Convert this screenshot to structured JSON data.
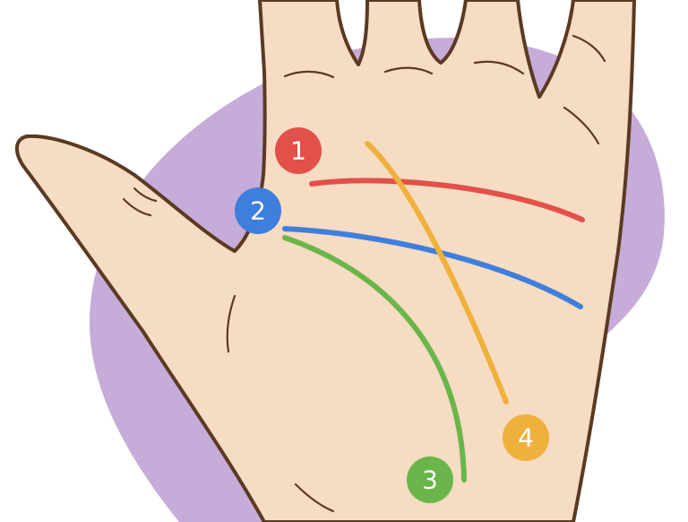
{
  "colors": {
    "background_blob": "#c6acd9",
    "skin": "#f6dcc3",
    "outline": "#5a3a22",
    "line_1": "#e2504a",
    "line_2": "#3f7fdc",
    "line_3": "#6ab64a",
    "line_4": "#efb13b"
  },
  "markers": [
    {
      "id": "1",
      "label": "1",
      "color": "#e2504a"
    },
    {
      "id": "2",
      "label": "2",
      "color": "#3f7fdc"
    },
    {
      "id": "3",
      "label": "3",
      "color": "#6ab64a"
    },
    {
      "id": "4",
      "label": "4",
      "color": "#efb13b"
    }
  ]
}
